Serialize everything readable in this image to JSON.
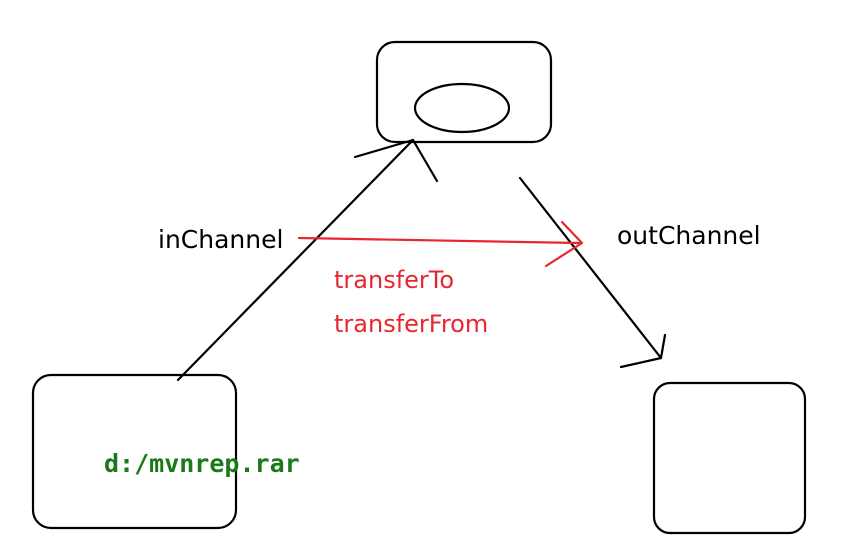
{
  "labels": {
    "in_channel": "inChannel",
    "out_channel": "outChannel",
    "transfer_to": "transferTo",
    "transfer_from": "transferFrom",
    "source_file": "d:/mvnrep.rar"
  },
  "colors": {
    "ink": "#000000",
    "red": "#e8262f",
    "green": "#1a7a1a"
  }
}
